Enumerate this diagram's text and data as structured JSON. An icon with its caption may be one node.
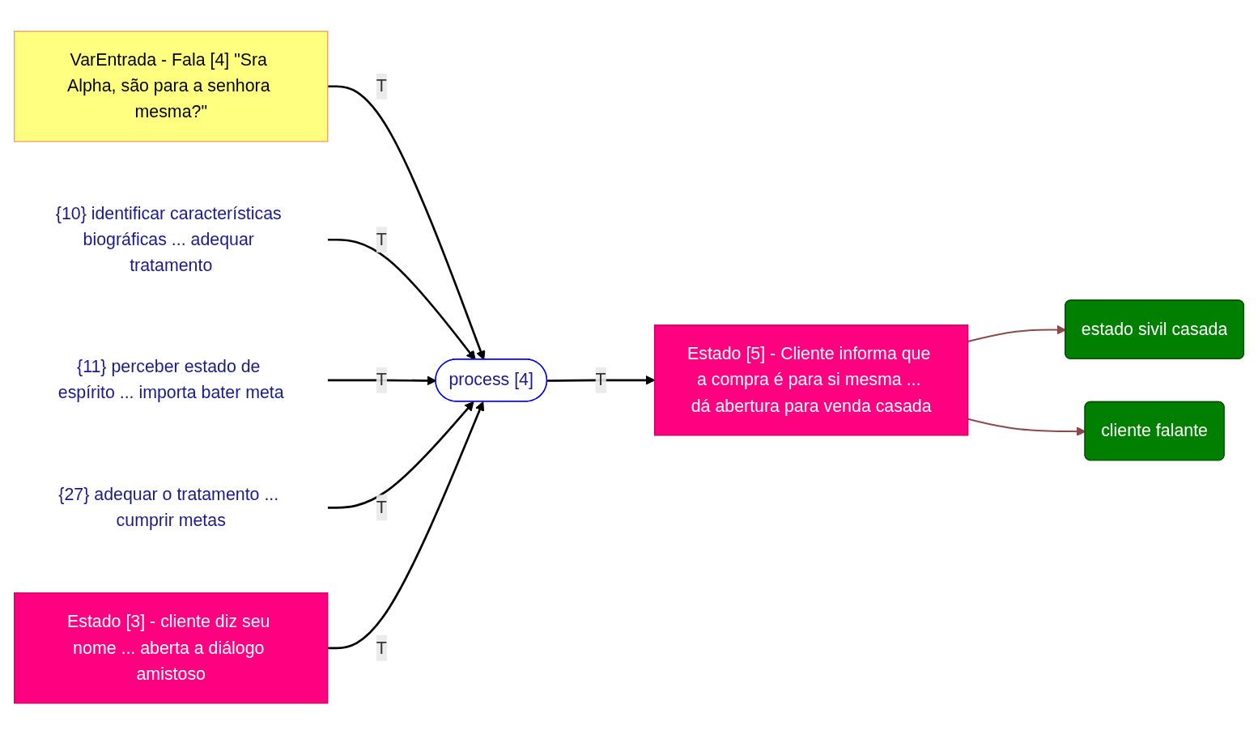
{
  "diagram": {
    "nodes": [
      {
        "text": [
          "{11} perceber estado de espírito ... importa bater meta"
        ]
      },
      {
        "text": [
          "{10} identificar características biográficas ... adequar tratamento"
        ]
      },
      {
        "text": [
          "{27} adequar o tratamento ... cumprir metas"
        ]
      },
      {
        "text": [
          "estado sivil casada"
        ]
      },
      {
        "text": [
          "VarEntrada - Fala [4] \"Sra Alpha, são para a senhora mesma?\""
        ]
      },
      {
        "text": [
          "Estado [3] - cliente diz seu nome ... aberta a diálogo amistoso"
        ]
      },
      {
        "text": [
          "process [4]"
        ]
      },
      {
        "text": [
          "Estado [5] - Cliente informa que a compra é para si mesma ... dá abertura para venda casada"
        ]
      },
      {
        "text": [
          "cliente falante"
        ]
      }
    ],
    "edges": [
      {
        "from": 4,
        "to": 6,
        "arrow": "to",
        "label": "T"
      },
      {
        "from": 1,
        "to": 6,
        "arrow": "to",
        "label": "T"
      },
      {
        "from": 0,
        "to": 6,
        "arrow": "to",
        "label": "T"
      },
      {
        "from": 2,
        "to": 6,
        "arrow": "to",
        "label": "T"
      },
      {
        "from": 5,
        "to": 6,
        "arrow": "to",
        "label": "T"
      },
      {
        "from": 6,
        "to": 7,
        "arrow": "to",
        "label": "T"
      },
      {
        "from": 7,
        "to": 3,
        "arrow": "to",
        "color": "#8b4a4a"
      },
      {
        "from": 7,
        "to": 8,
        "arrow": "to",
        "color": "#8b4a4a"
      }
    ]
  }
}
